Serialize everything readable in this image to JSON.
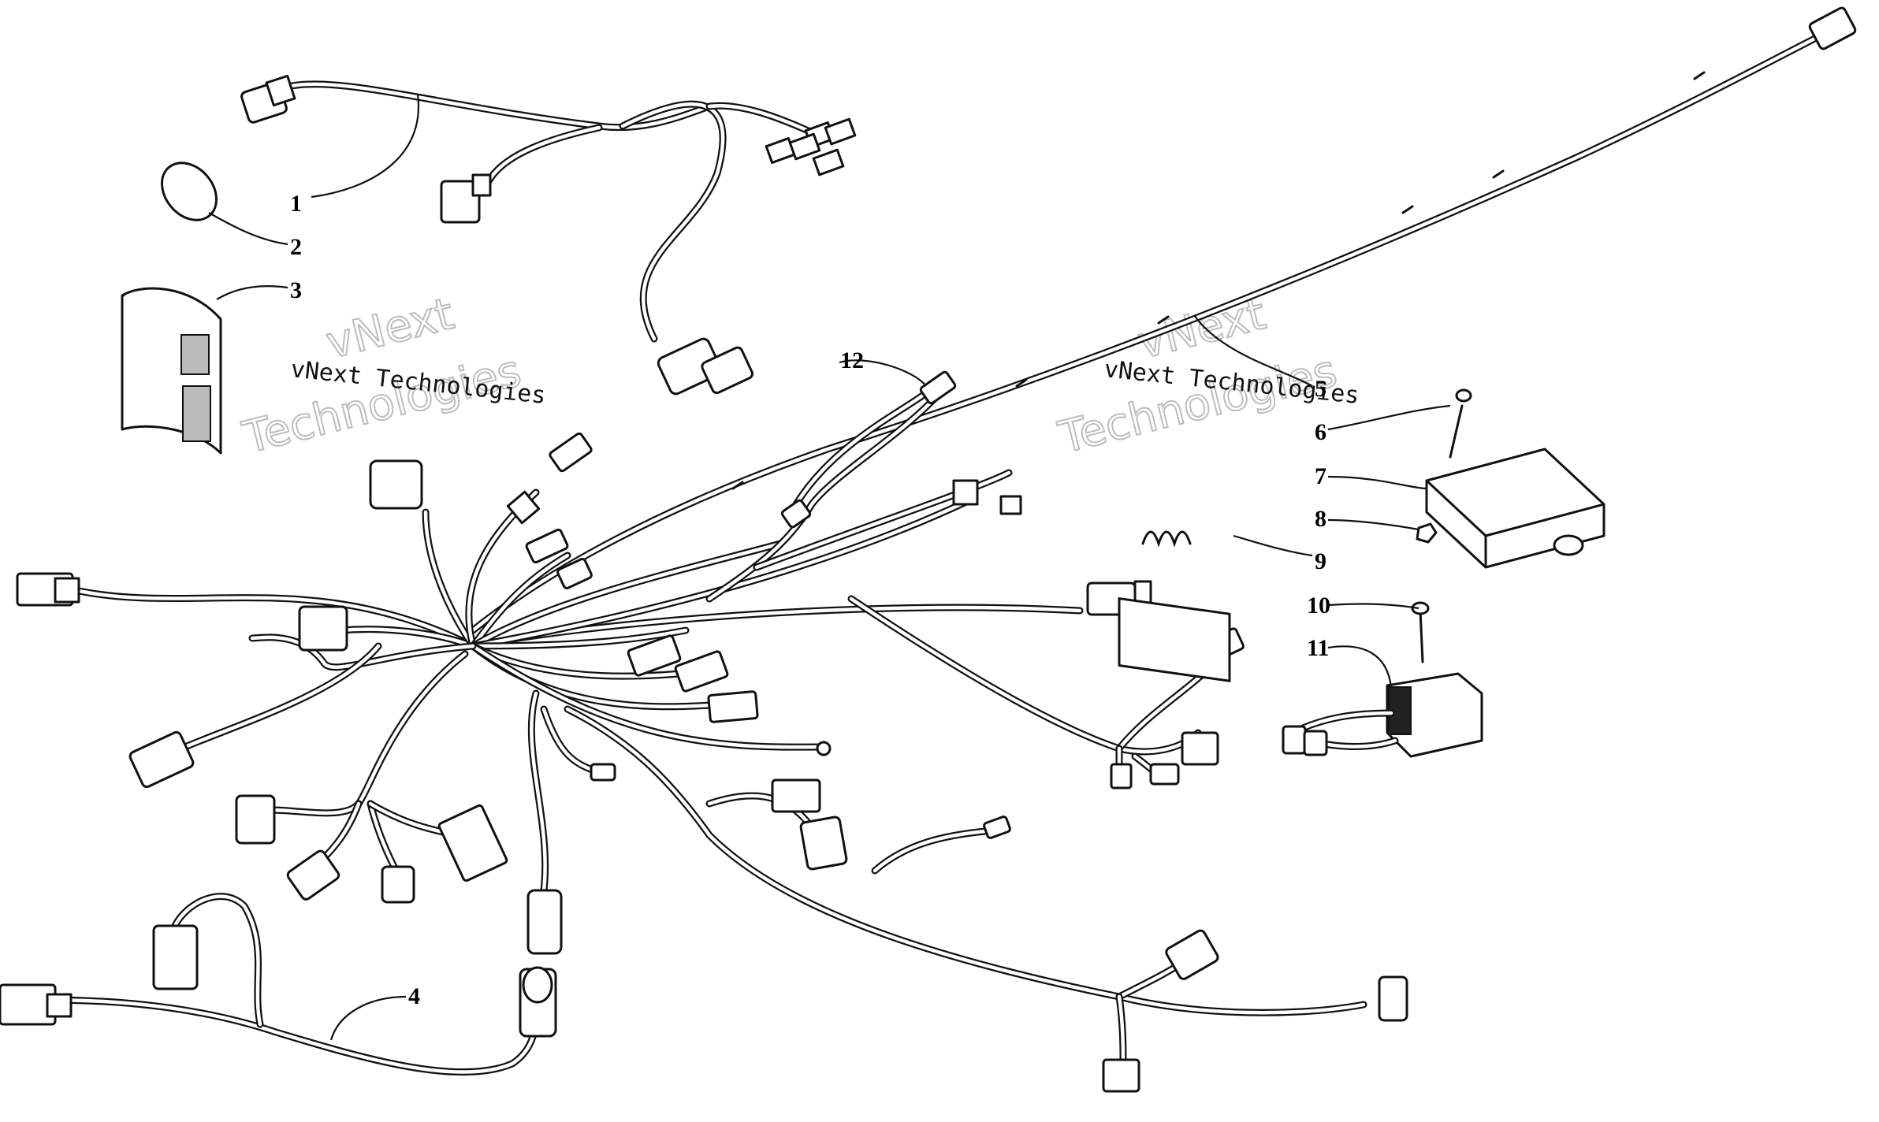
{
  "callouts": [
    "1",
    "2",
    "3",
    "4",
    "5",
    "6",
    "7",
    "8",
    "9",
    "10",
    "11",
    "12"
  ],
  "watermark": {
    "company": "vNext Technologies",
    "brand": "vNext",
    "sub": "Technologies"
  }
}
